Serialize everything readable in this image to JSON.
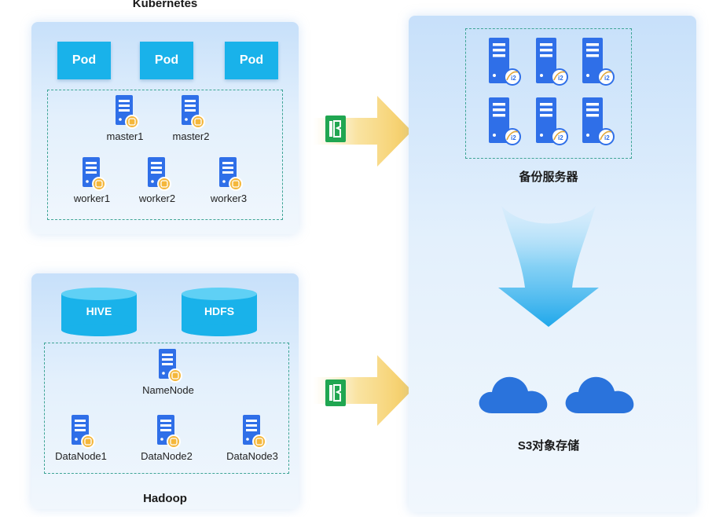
{
  "kubernetes": {
    "title": "Kubernetes",
    "pods": [
      "Pod",
      "Pod",
      "Pod"
    ],
    "masters": [
      "master1",
      "master2"
    ],
    "workers": [
      "worker1",
      "worker2",
      "worker3"
    ]
  },
  "hadoop": {
    "title": "Hadoop",
    "databases": [
      "HIVE",
      "HDFS"
    ],
    "namenode": "NameNode",
    "datanodes": [
      "DataNode1",
      "DataNode2",
      "DataNode3"
    ]
  },
  "backup": {
    "servers_label": "备份服务器",
    "server_badge": "i2",
    "storage_label": "S3对象存储"
  },
  "icons": {
    "server": "server-icon",
    "database_badge": "database-badge-icon",
    "transfer": "transfer-icon",
    "cloud": "cloud-icon"
  },
  "colors": {
    "pod": "#19b2ea",
    "server_blue": "#2f6fe8",
    "badge_yellow": "#f4b73b",
    "arrow_yellow": "#f7d271",
    "transfer_green": "#20a651",
    "cloud_blue": "#2a73dc",
    "dashed_border": "#3fa596"
  }
}
